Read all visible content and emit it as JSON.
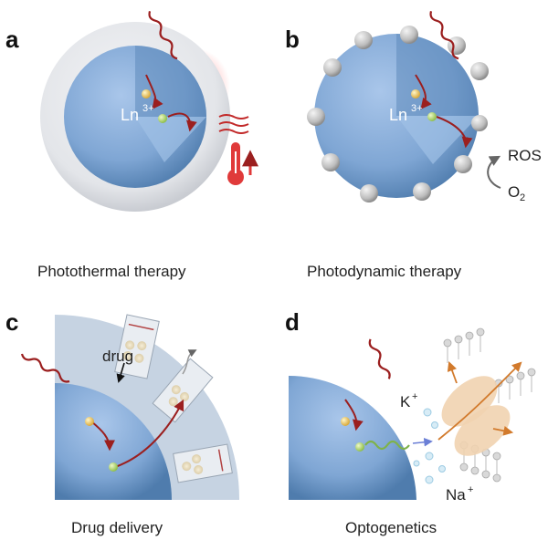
{
  "panels": {
    "a": {
      "letter": "a",
      "caption": "Photothermal therapy",
      "ion": "Ln",
      "ion_charge": "3+"
    },
    "b": {
      "letter": "b",
      "caption": "Photodynamic therapy",
      "ion": "Ln",
      "ion_charge": "3+",
      "product": "ROS",
      "reactant": "O",
      "reactant_sub": "2"
    },
    "c": {
      "letter": "c",
      "caption": "Drug delivery",
      "cargo_label": "drug"
    },
    "d": {
      "letter": "d",
      "caption": "Optogenetics",
      "ion1": "K",
      "ion1_charge": "+",
      "ion2": "Na",
      "ion2_charge": "+"
    }
  },
  "colors": {
    "particle": "#7fa6d4",
    "particle_dark": "#3f6f9e",
    "photon": "#9b1f1f",
    "heat": "#e03a3a",
    "shell": "#e4e6ea",
    "dopant": "#e8c66a",
    "emitter": "#b8d87a",
    "membrane": "#f1d3b0"
  },
  "icons": [
    "wavy-photon-icon",
    "thermometer-icon",
    "up-arrow-icon",
    "heat-wave-icon",
    "curved-arrow-icon",
    "ion-channel-icon"
  ]
}
